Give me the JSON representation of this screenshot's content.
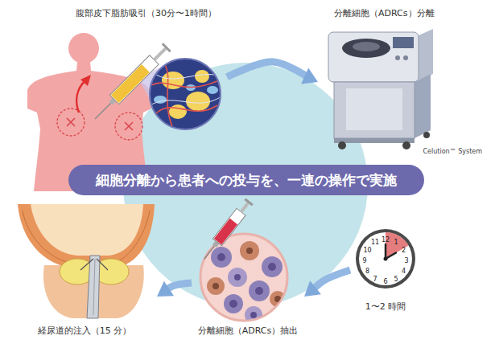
{
  "diagram": {
    "nodes": [
      {
        "text": [
          "腹部皮下脂肪吸引（30分〜1時間）"
        ]
      },
      {
        "text": [
          "分離細胞（ADRCs）分離",
          "Celution™ System"
        ]
      },
      {
        "text": [
          "細胞分離から患者への投与を、一連の操作で実施"
        ]
      },
      {
        "text": [
          "1〜2 時間"
        ]
      },
      {
        "text": [
          "分離細胞（ADRCs）抽出"
        ]
      },
      {
        "text": [
          "経尿道的注入（15 分）"
        ]
      }
    ],
    "edges": [
      {
        "from": 0,
        "to": 1,
        "arrow": "to"
      },
      {
        "from": 3,
        "to": 4,
        "arrow": "to"
      },
      {
        "from": 4,
        "to": 5,
        "arrow": "to"
      }
    ],
    "labels": [
      "12",
      "1",
      "2",
      "3",
      "4",
      "5",
      "6",
      "7",
      "8",
      "9",
      "10",
      "11"
    ]
  }
}
